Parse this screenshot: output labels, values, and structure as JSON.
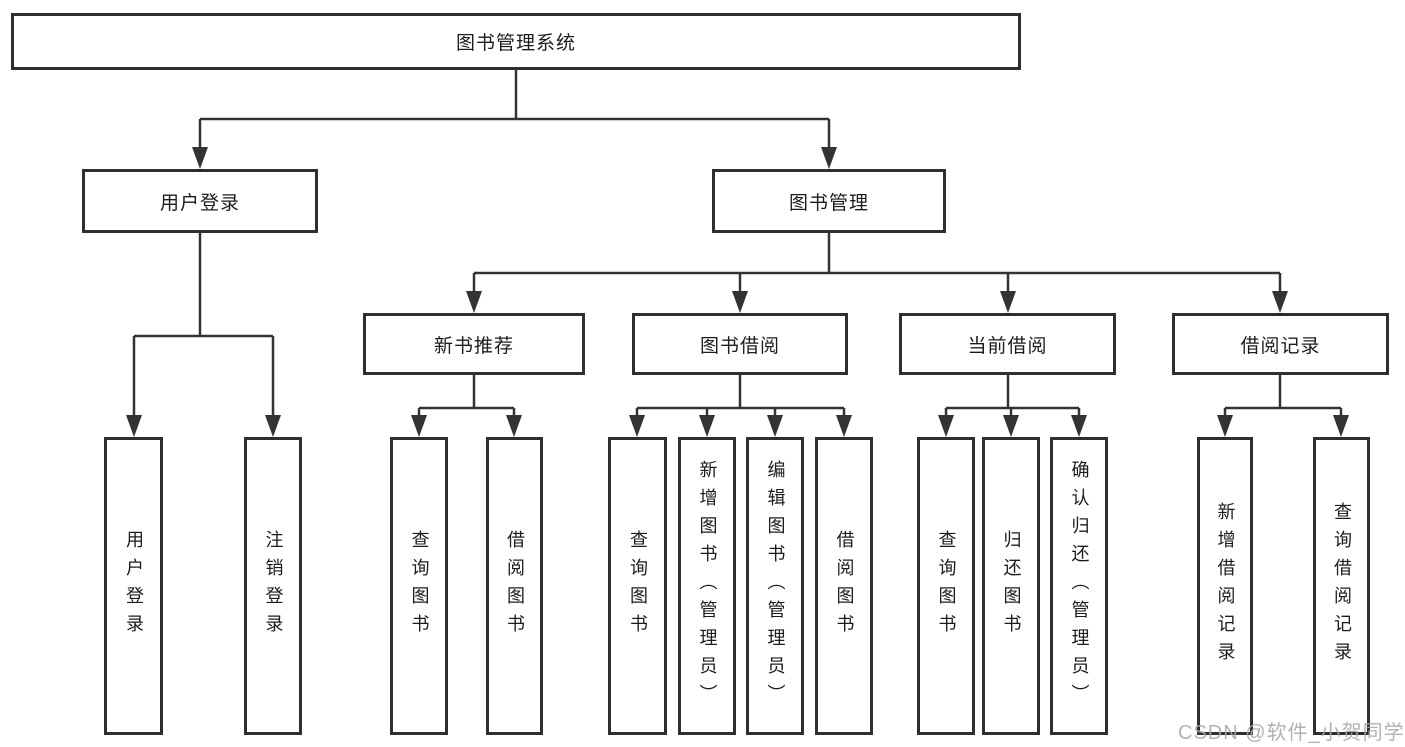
{
  "diagram_type": "hierarchy-tree",
  "colors": {
    "background": "#ffffff",
    "box_border": "#2f2f2f",
    "connector_line": "#333333",
    "text": "#1c1c1c",
    "watermark": "#aaaaaa"
  },
  "tree": {
    "root": {
      "label": "图书管理系统",
      "children": [
        {
          "label": "用户登录",
          "children": [
            {
              "label": "用户登录"
            },
            {
              "label": "注销登录"
            }
          ]
        },
        {
          "label": "图书管理",
          "children": [
            {
              "label": "新书推荐",
              "children": [
                {
                  "label": "查询图书"
                },
                {
                  "label": "借阅图书"
                }
              ]
            },
            {
              "label": "图书借阅",
              "children": [
                {
                  "label": "查询图书"
                },
                {
                  "label": "新增图书（管理员）"
                },
                {
                  "label": "编辑图书（管理员）"
                },
                {
                  "label": "借阅图书"
                }
              ]
            },
            {
              "label": "当前借阅",
              "children": [
                {
                  "label": "查询图书"
                },
                {
                  "label": "归还图书"
                },
                {
                  "label": "确认归还（管理员）"
                }
              ]
            },
            {
              "label": "借阅记录",
              "children": [
                {
                  "label": "新增借阅记录"
                },
                {
                  "label": "查询借阅记录"
                }
              ]
            }
          ]
        }
      ]
    }
  },
  "watermark": {
    "text": "CSDN @软件_小贺同学"
  }
}
